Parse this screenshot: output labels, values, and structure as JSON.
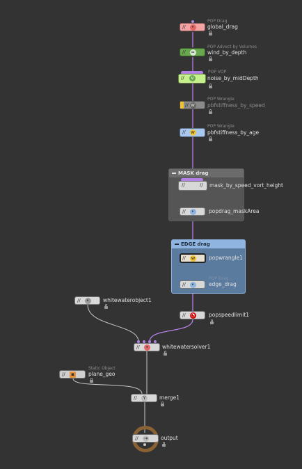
{
  "nodes": {
    "global_drag": {
      "type": "POP Drag",
      "name": "global_drag",
      "color": "#f4a3a3"
    },
    "wind_by_depth": {
      "type": "POP Advect by Volumes",
      "name": "wind_by_depth",
      "color": "#6aa84f"
    },
    "noise_by_midDepth": {
      "type": "POP VOP",
      "name": "noise_by_midDepth",
      "color": "#c6f08c"
    },
    "pbfstiffness_by_speed": {
      "type": "POP Wrangle",
      "name": "pbfstiffness_by_speed",
      "color": "#9a9a9a"
    },
    "pbfstiffness_by_age": {
      "type": "POP Wrangle",
      "name": "pbfstiffness_by_age",
      "color": "#a8c8f0"
    },
    "mask_by_speed_vort_height": {
      "type": "",
      "name": "mask_by_speed_vort_height",
      "color": "#d8d8d8"
    },
    "popdrag_maskArea": {
      "type": "",
      "name": "popdrag_maskArea",
      "color": "#d8d8d8"
    },
    "popwrangle1": {
      "type": "",
      "name": "popwrangle1",
      "color": "#e8e0d0"
    },
    "edge_drag": {
      "type": "POP Drag",
      "name": "edge_drag",
      "color": "#d8d8d8"
    },
    "whitewaterobject1": {
      "type": "",
      "name": "whitewaterobject1",
      "color": "#d8d8d8"
    },
    "popspeedlimit1": {
      "type": "",
      "name": "popspeedlimit1",
      "color": "#d8d8d8"
    },
    "whitewatersolver1": {
      "type": "",
      "name": "whitewatersolver1",
      "color": "#d8d8d8"
    },
    "plane_geo": {
      "type": "Static Object",
      "name": "plane_geo",
      "color": "#cfcfcf"
    },
    "merge1": {
      "type": "",
      "name": "merge1",
      "color": "#d8d8d8"
    },
    "output": {
      "type": "",
      "name": "output",
      "color": "#d8d8d8"
    }
  },
  "boxes": {
    "mask_drag": {
      "title": "MASK drag",
      "color": "#555555",
      "bar_color": "#6b6b6b"
    },
    "edge_drag_box": {
      "title": "EDGE drag",
      "color": "#5a7a9e",
      "bar_color": "#8fb4e0"
    }
  },
  "colors": {
    "wire_purple": "#b380e6",
    "wire_gray": "#c8c8c8",
    "output_ring": "#8a6234"
  }
}
